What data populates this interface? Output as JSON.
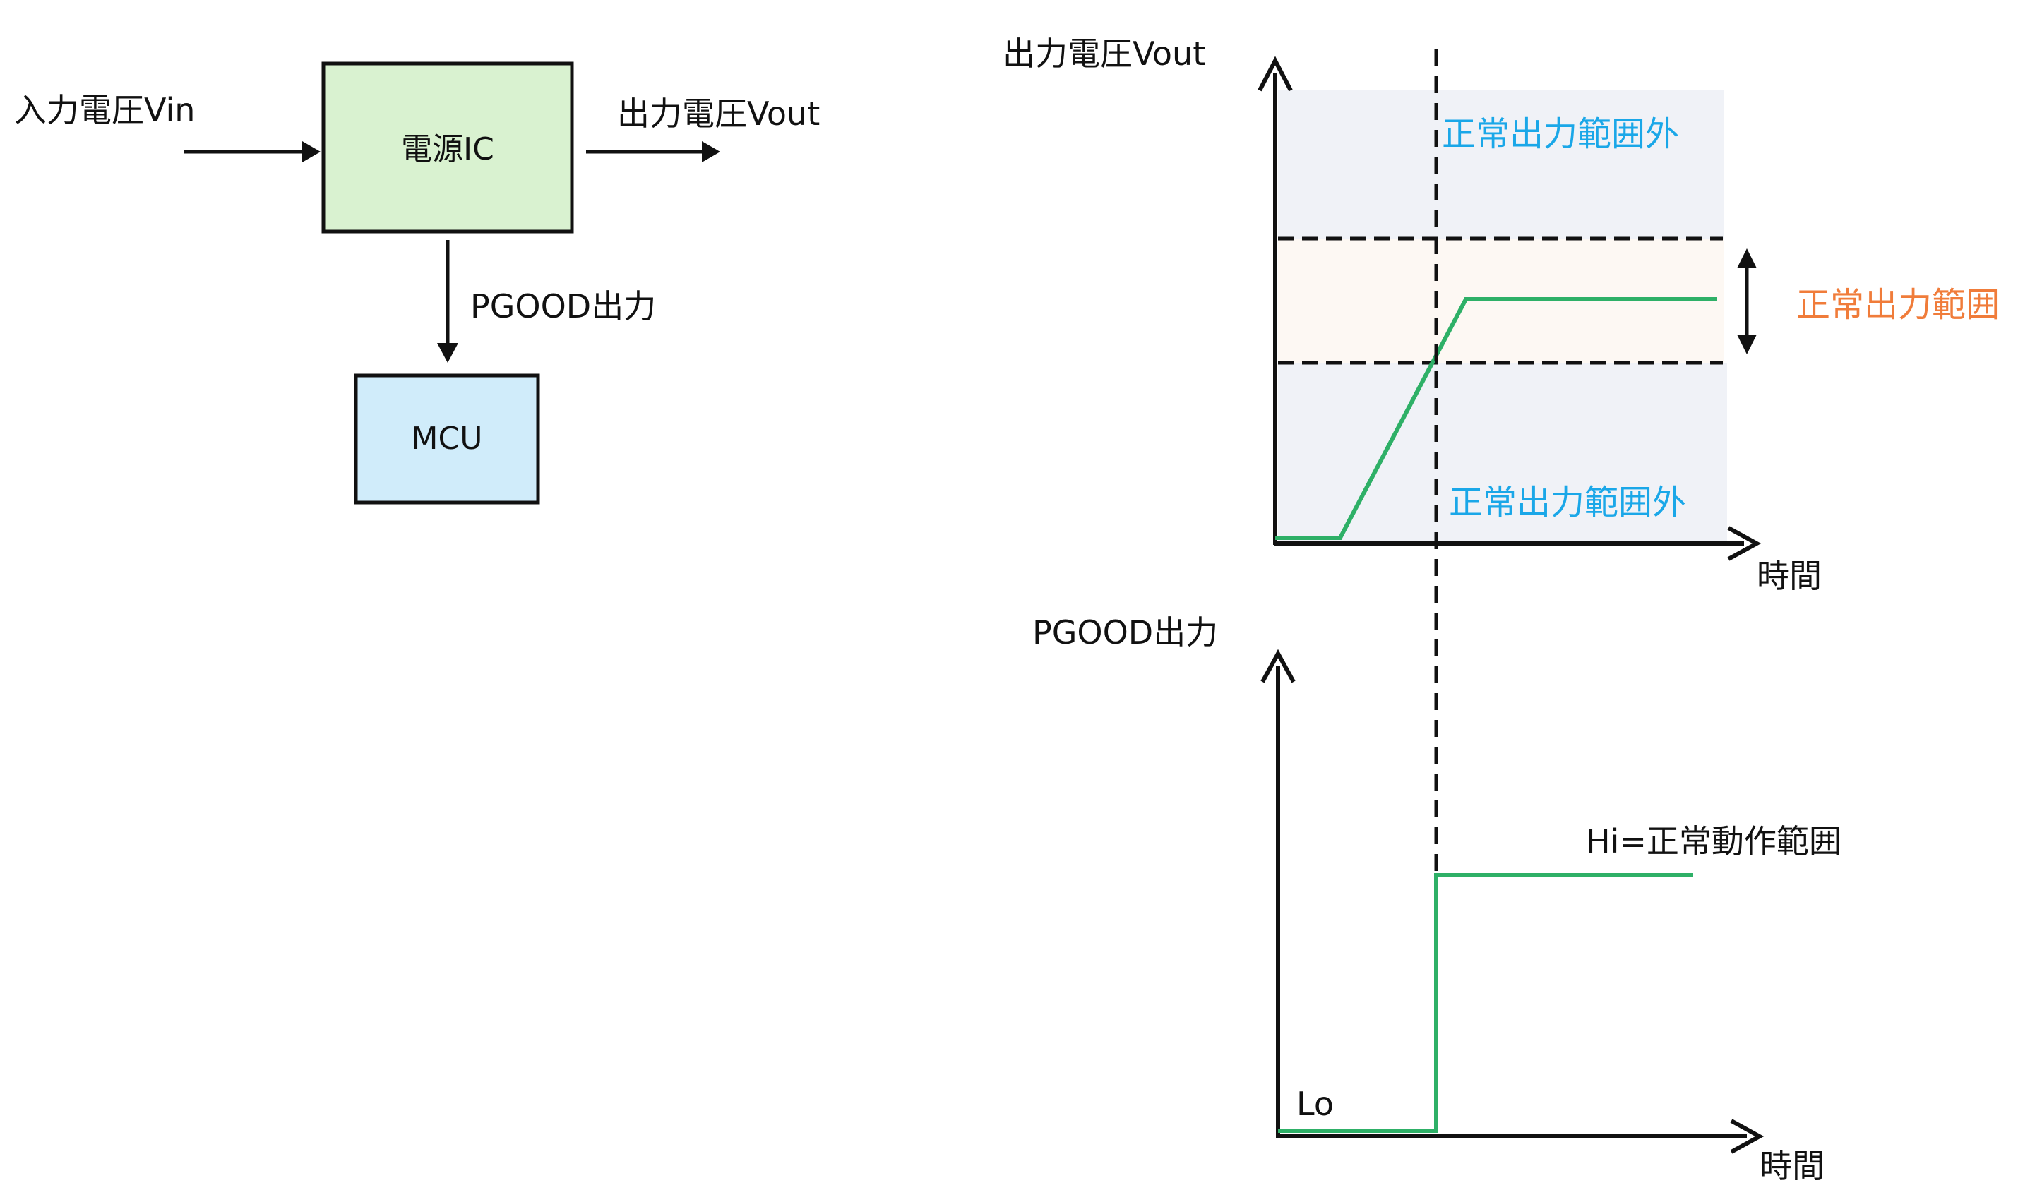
{
  "block_diagram": {
    "input_label": "入力電圧Vin",
    "output_label": "出力電圧Vout",
    "power_ic_label": "電源IC",
    "pgood_label": "PGOOD出力",
    "mcu_label": "MCU"
  },
  "vout_chart": {
    "y_axis_label": "出力電圧Vout",
    "x_axis_label": "時間",
    "out_of_range_upper_label": "正常出力範囲外",
    "out_of_range_lower_label": "正常出力範囲外",
    "normal_range_label": "正常出力範囲"
  },
  "pgood_chart": {
    "y_axis_label": "PGOOD出力",
    "x_axis_label": "時間",
    "hi_label": "Hi=正常動作範囲",
    "lo_label": "Lo"
  },
  "colors": {
    "power_ic_fill": "#d9f2d0",
    "mcu_fill": "#d0ecfa",
    "signal_line": "#2eb067",
    "out_of_range_text": "#1aa7e8",
    "normal_range_text": "#f07c3a",
    "out_of_range_band": "#f0f2f7",
    "normal_range_band": "#fdf8f3",
    "stroke": "#111111"
  }
}
